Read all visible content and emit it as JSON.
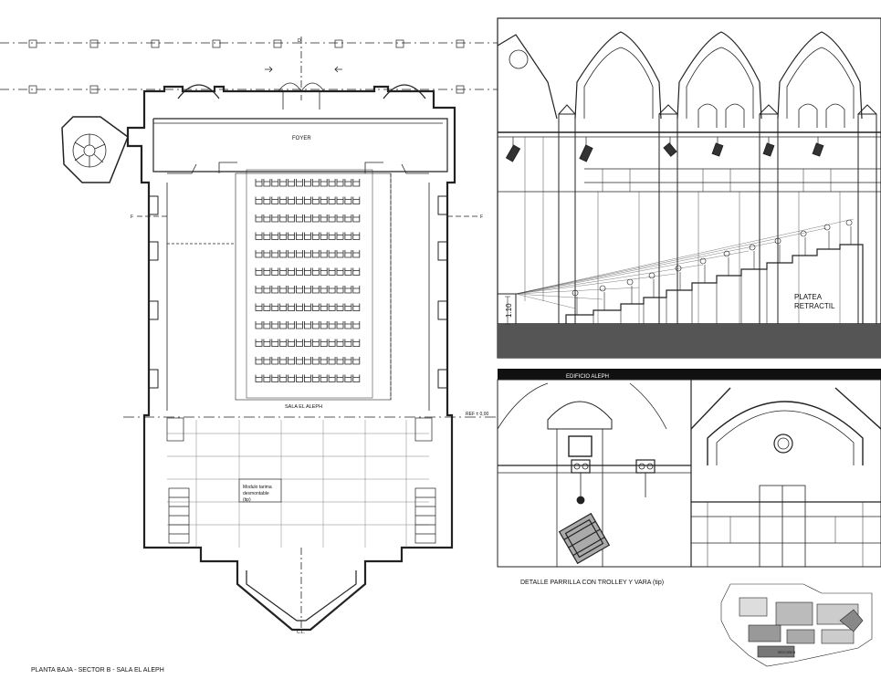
{
  "plan": {
    "axis_top": "D",
    "axis_left": "F",
    "axis_right": "F",
    "axis_bottom": "C.L.",
    "foyer_label": "FOYER",
    "hall_label": "SALA EL ALEPH",
    "ref_label": "REF ± 0,00",
    "module_label_1": "Modulo tarima",
    "module_label_2": "desmontable",
    "module_label_3": "(tip)",
    "caption": "PLANTA BAJA - SECTOR B - SALA EL ALEPH",
    "seat_rows": 12,
    "seats_per_row": 13
  },
  "section": {
    "height_label": "1.10",
    "platea_label_1": "PLATEA",
    "platea_label_2": "RETRACTIL",
    "band_label": "EDIFICIO ALEPH"
  },
  "detail": {
    "caption": "DETALLE PARRILLA CON TROLLEY Y VARA (tip)"
  },
  "minimap": {
    "label": "SECCION B"
  }
}
